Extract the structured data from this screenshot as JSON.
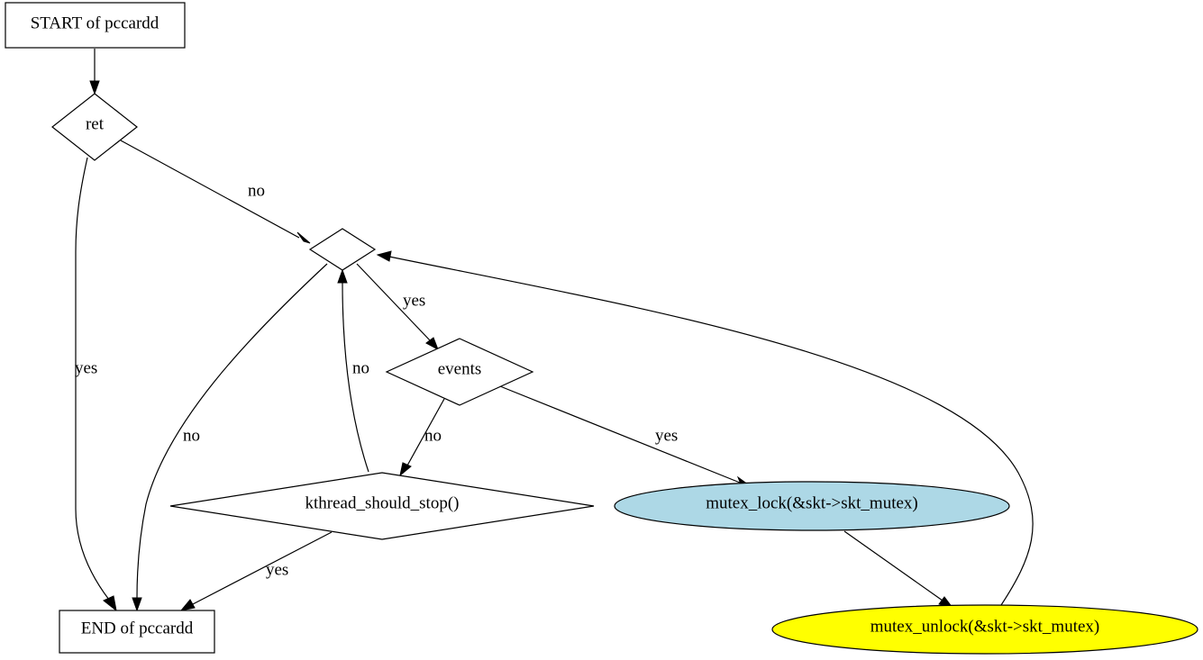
{
  "nodes": {
    "start": {
      "label": "START of pccardd",
      "fill": "#ffffff"
    },
    "ret": {
      "label": "ret",
      "fill": "#ffffff"
    },
    "loop": {
      "label": "",
      "fill": "#ffffff"
    },
    "events": {
      "label": "events",
      "fill": "#ffffff"
    },
    "stop": {
      "label": "kthread_should_stop()",
      "fill": "#ffffff"
    },
    "lock": {
      "label": "mutex_lock(&skt->skt_mutex)",
      "fill": "#add8e6"
    },
    "unlock": {
      "label": "mutex_unlock(&skt->skt_mutex)",
      "fill": "#ffff00"
    },
    "end": {
      "label": "END of pccardd",
      "fill": "#ffffff"
    }
  },
  "edges": {
    "start_ret": {
      "label": ""
    },
    "ret_end": {
      "label": "yes"
    },
    "ret_loop": {
      "label": "no"
    },
    "loop_end": {
      "label": "no"
    },
    "loop_events": {
      "label": "yes"
    },
    "events_stop": {
      "label": "no"
    },
    "events_lock": {
      "label": "yes"
    },
    "stop_loop": {
      "label": "no"
    },
    "stop_end": {
      "label": "yes"
    },
    "lock_unlock": {
      "label": ""
    },
    "unlock_loop": {
      "label": ""
    }
  }
}
